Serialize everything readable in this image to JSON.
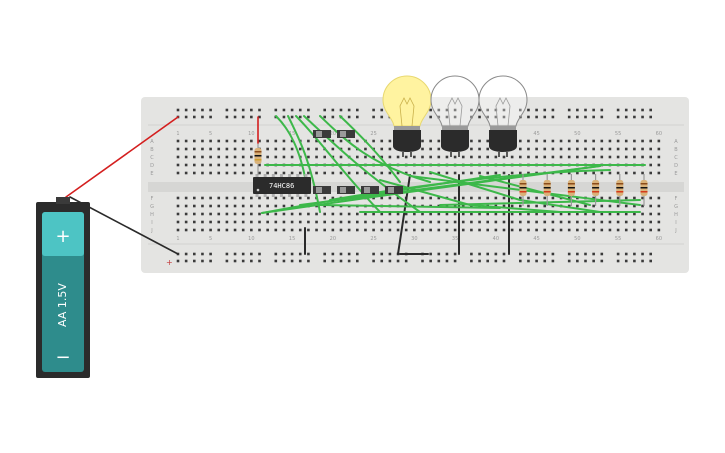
{
  "breadboard": {
    "column_numbers": [
      "1",
      "5",
      "10",
      "15",
      "20",
      "25",
      "30",
      "35",
      "40",
      "45",
      "50",
      "55",
      "60"
    ],
    "row_letters_top": [
      "A",
      "B",
      "C",
      "D",
      "E"
    ],
    "row_letters_bottom": [
      "F",
      "G",
      "H",
      "I",
      "J"
    ],
    "rail_plus": "+",
    "rail_minus": "−"
  },
  "ic_chip": {
    "label": "74HC86"
  },
  "battery": {
    "label": "AA 1.5V",
    "plus": "+",
    "minus": "−"
  },
  "colors": {
    "board": "#e4e4e2",
    "hole": "#3a3a3a",
    "wire_green": "#3db84a",
    "wire_black": "#2a2a2a",
    "wire_red": "#d41f1f",
    "battery_teal": "#2e8c8c",
    "battery_cap": "#4dc4c4",
    "bulb_lit": "#fff3a0",
    "chip_body": "#2b2b2b"
  },
  "bulbs": [
    {
      "lit": true
    },
    {
      "lit": false
    },
    {
      "lit": false
    }
  ]
}
